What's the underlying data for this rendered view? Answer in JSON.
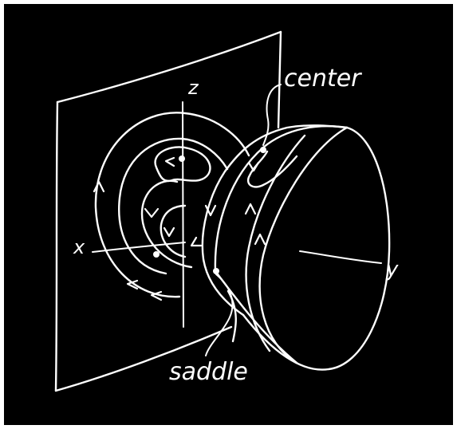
{
  "labels": {
    "z_axis": "z",
    "x_axis": "x",
    "y_axis": "y",
    "center": "center",
    "saddle": "saddle"
  },
  "colors": {
    "background": "#000000",
    "frame": "#ffffff",
    "chalk": "#ffffff"
  }
}
